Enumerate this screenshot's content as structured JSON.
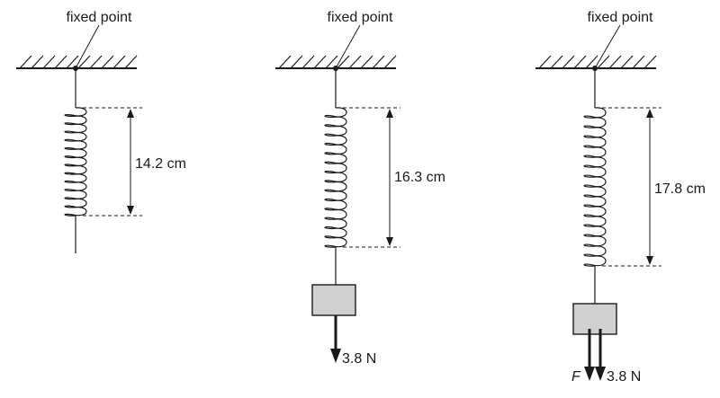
{
  "setups": [
    {
      "fixed_label": "fixed point",
      "length_label": "14.2 cm",
      "has_mass": false,
      "forces": []
    },
    {
      "fixed_label": "fixed point",
      "length_label": "16.3 cm",
      "has_mass": true,
      "forces": [
        {
          "label": "3.8 N",
          "italic": false
        }
      ]
    },
    {
      "fixed_label": "fixed point",
      "length_label": "17.8 cm",
      "has_mass": true,
      "forces": [
        {
          "label": "F",
          "italic": true
        },
        {
          "label": "3.8 N",
          "italic": false
        }
      ]
    }
  ],
  "colors": {
    "ink": "#1a1a1a",
    "mass_fill": "#d0d0d0"
  }
}
